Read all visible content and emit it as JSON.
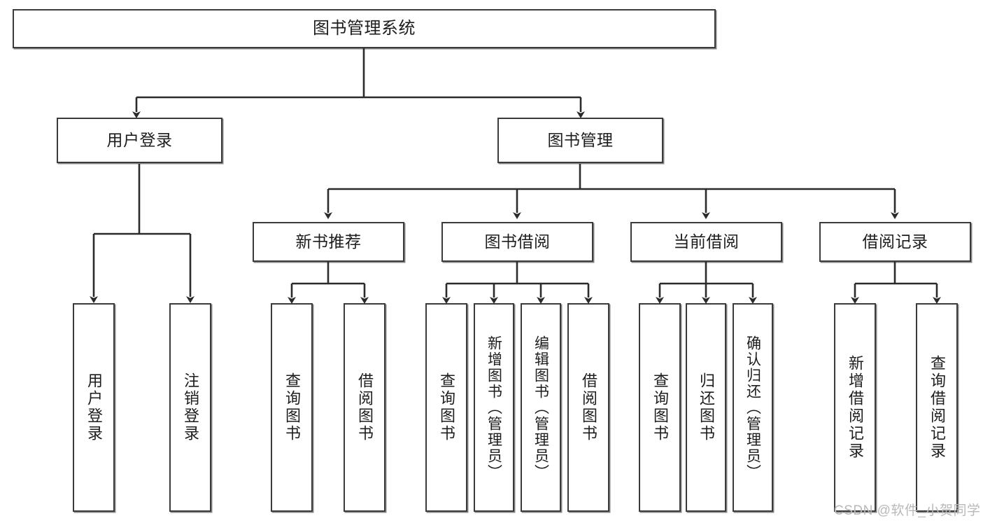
{
  "diagram": {
    "type": "tree",
    "title": "图书管理系统",
    "style": {
      "box_border": "#3b3b3b",
      "box_fill": "#ffffff",
      "line_color": "#2b2b2b",
      "text_color": "#1d1d1d",
      "background": "#ffffff",
      "watermark_color": "#b9b9b9"
    },
    "root": {
      "label": "图书管理系统"
    },
    "level2": [
      {
        "label": "用户登录"
      },
      {
        "label": "图书管理"
      }
    ],
    "level3": [
      {
        "label": "新书推荐"
      },
      {
        "label": "图书借阅"
      },
      {
        "label": "当前借阅"
      },
      {
        "label": "借阅记录"
      }
    ],
    "leaves": {
      "user_login": [
        {
          "label": "用户登录"
        },
        {
          "label": "注销登录"
        }
      ],
      "new_book_recommend": [
        {
          "label": "查询图书"
        },
        {
          "label": "借阅图书"
        }
      ],
      "book_borrow": [
        {
          "label": "查询图书"
        },
        {
          "label": "新增图书（管理员）"
        },
        {
          "label": "编辑图书（管理员）"
        },
        {
          "label": "借阅图书"
        }
      ],
      "current_borrow": [
        {
          "label": "查询图书"
        },
        {
          "label": "归还图书"
        },
        {
          "label": "确认归还（管理员）"
        }
      ],
      "borrow_record": [
        {
          "label": "新增借阅记录"
        },
        {
          "label": "查询借阅记录"
        }
      ]
    }
  },
  "watermark": {
    "text": "CSDN @软件_小贺同学"
  }
}
